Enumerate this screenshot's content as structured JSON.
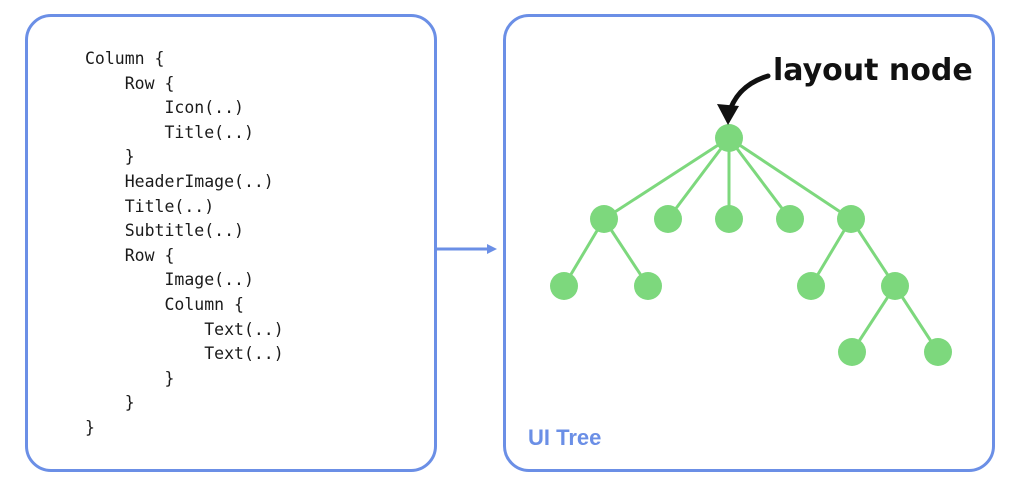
{
  "code_panel": {
    "lines": [
      "Column {",
      "    Row {",
      "        Icon(..)",
      "        Title(..)",
      "    }",
      "    HeaderImage(..)",
      "    Title(..)",
      "    Subtitle(..)",
      "    Row {",
      "        Image(..)",
      "        Column {",
      "            Text(..)",
      "            Text(..)",
      "        }",
      "    }",
      "}"
    ]
  },
  "tree_panel": {
    "label": "UI Tree",
    "annotation": "layout node"
  },
  "colors": {
    "panel_border": "#6b8fe6",
    "node_fill": "#7dd87d",
    "edge": "#7dd87d",
    "label": "#6b8fe6"
  }
}
